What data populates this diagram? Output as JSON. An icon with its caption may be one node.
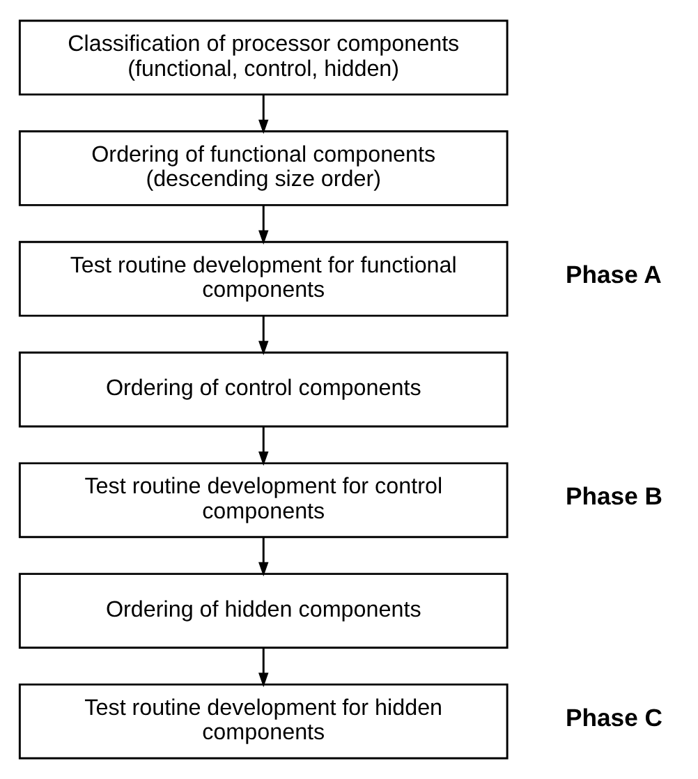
{
  "diagram": {
    "nodes": [
      {
        "text": [
          "Classification of processor components (functional, control, hidden)"
        ]
      },
      {
        "text": [
          "Ordering of functional components (descending size order)"
        ]
      },
      {
        "text": [
          "Test routine development for functional components"
        ],
        "beside": [
          "Phase A"
        ]
      },
      {
        "text": [
          "Ordering of control components"
        ]
      },
      {
        "text": [
          "Test routine development for control components"
        ],
        "beside": [
          "Phase B"
        ]
      },
      {
        "text": [
          "Ordering of hidden components"
        ]
      },
      {
        "text": [
          "Test routine development for hidden components"
        ],
        "beside": [
          "Phase C"
        ]
      }
    ],
    "edges": [
      {
        "from": 0,
        "to": 1,
        "arrow": "to"
      },
      {
        "from": 1,
        "to": 2,
        "arrow": "to"
      },
      {
        "from": 2,
        "to": 3,
        "arrow": "to"
      },
      {
        "from": 3,
        "to": 4,
        "arrow": "to"
      },
      {
        "from": 4,
        "to": 5,
        "arrow": "to"
      },
      {
        "from": 5,
        "to": 6,
        "arrow": "to"
      }
    ]
  }
}
